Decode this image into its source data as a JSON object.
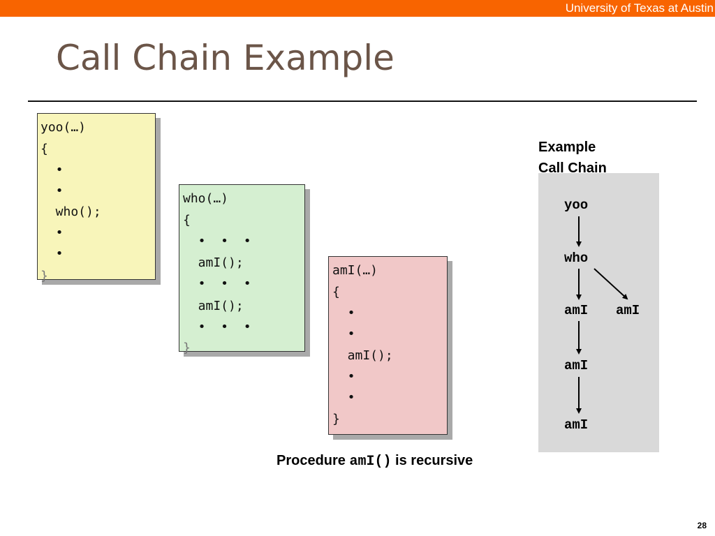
{
  "header": {
    "affiliation": "University of Texas at Austin",
    "bar_color": "#f86400"
  },
  "slide": {
    "title": "Call Chain Example",
    "page_number": "28"
  },
  "code": {
    "yoo": [
      "yoo(…)",
      "{",
      "  •",
      "  •",
      "  who();",
      "  •",
      "  •",
      "}"
    ],
    "who": [
      "who(…)",
      "{",
      "  •  •  •",
      "  amI();",
      "  •  •  •",
      "  amI();",
      "  •  •  •",
      "}"
    ],
    "ami": [
      "amI(…)",
      "{",
      "  •",
      "  •",
      "  amI();",
      "  •",
      "  •",
      "}"
    ]
  },
  "chain": {
    "label_line1": "Example",
    "label_line2": "Call Chain",
    "nodes": [
      "yoo",
      "who",
      "amI",
      "amI",
      "amI",
      "amI"
    ]
  },
  "caption": {
    "prefix": "Procedure ",
    "code": "amI()",
    "suffix": " is recursive"
  }
}
